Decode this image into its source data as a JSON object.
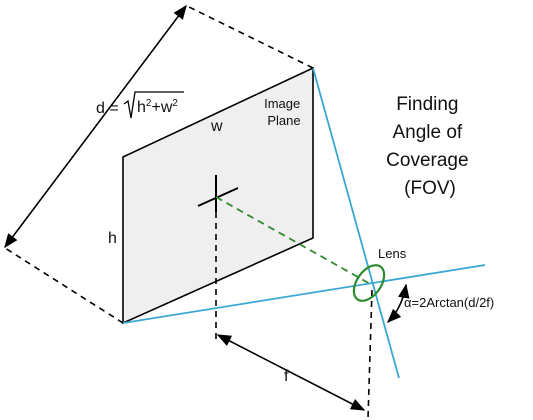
{
  "diagram": {
    "title_lines": [
      "Finding",
      "Angle of",
      "Coverage",
      "(FOV)"
    ],
    "image_plane_label": [
      "Image",
      "Plane"
    ],
    "lens_label": "Lens",
    "w_label": "w",
    "h_label": "h",
    "f_label": "f",
    "d_formula": {
      "prefix": "d = ",
      "radicand_h": "h",
      "radicand_op": "+w",
      "exponent": "2"
    },
    "alpha_formula": "α=2Arctan(d/2f)",
    "colors": {
      "ray": "#3aa7d2",
      "optical_axis": "#2e8b2e",
      "lens": "#2e8b2e",
      "plane_fill": "#efefef",
      "outline": "#000000"
    }
  }
}
